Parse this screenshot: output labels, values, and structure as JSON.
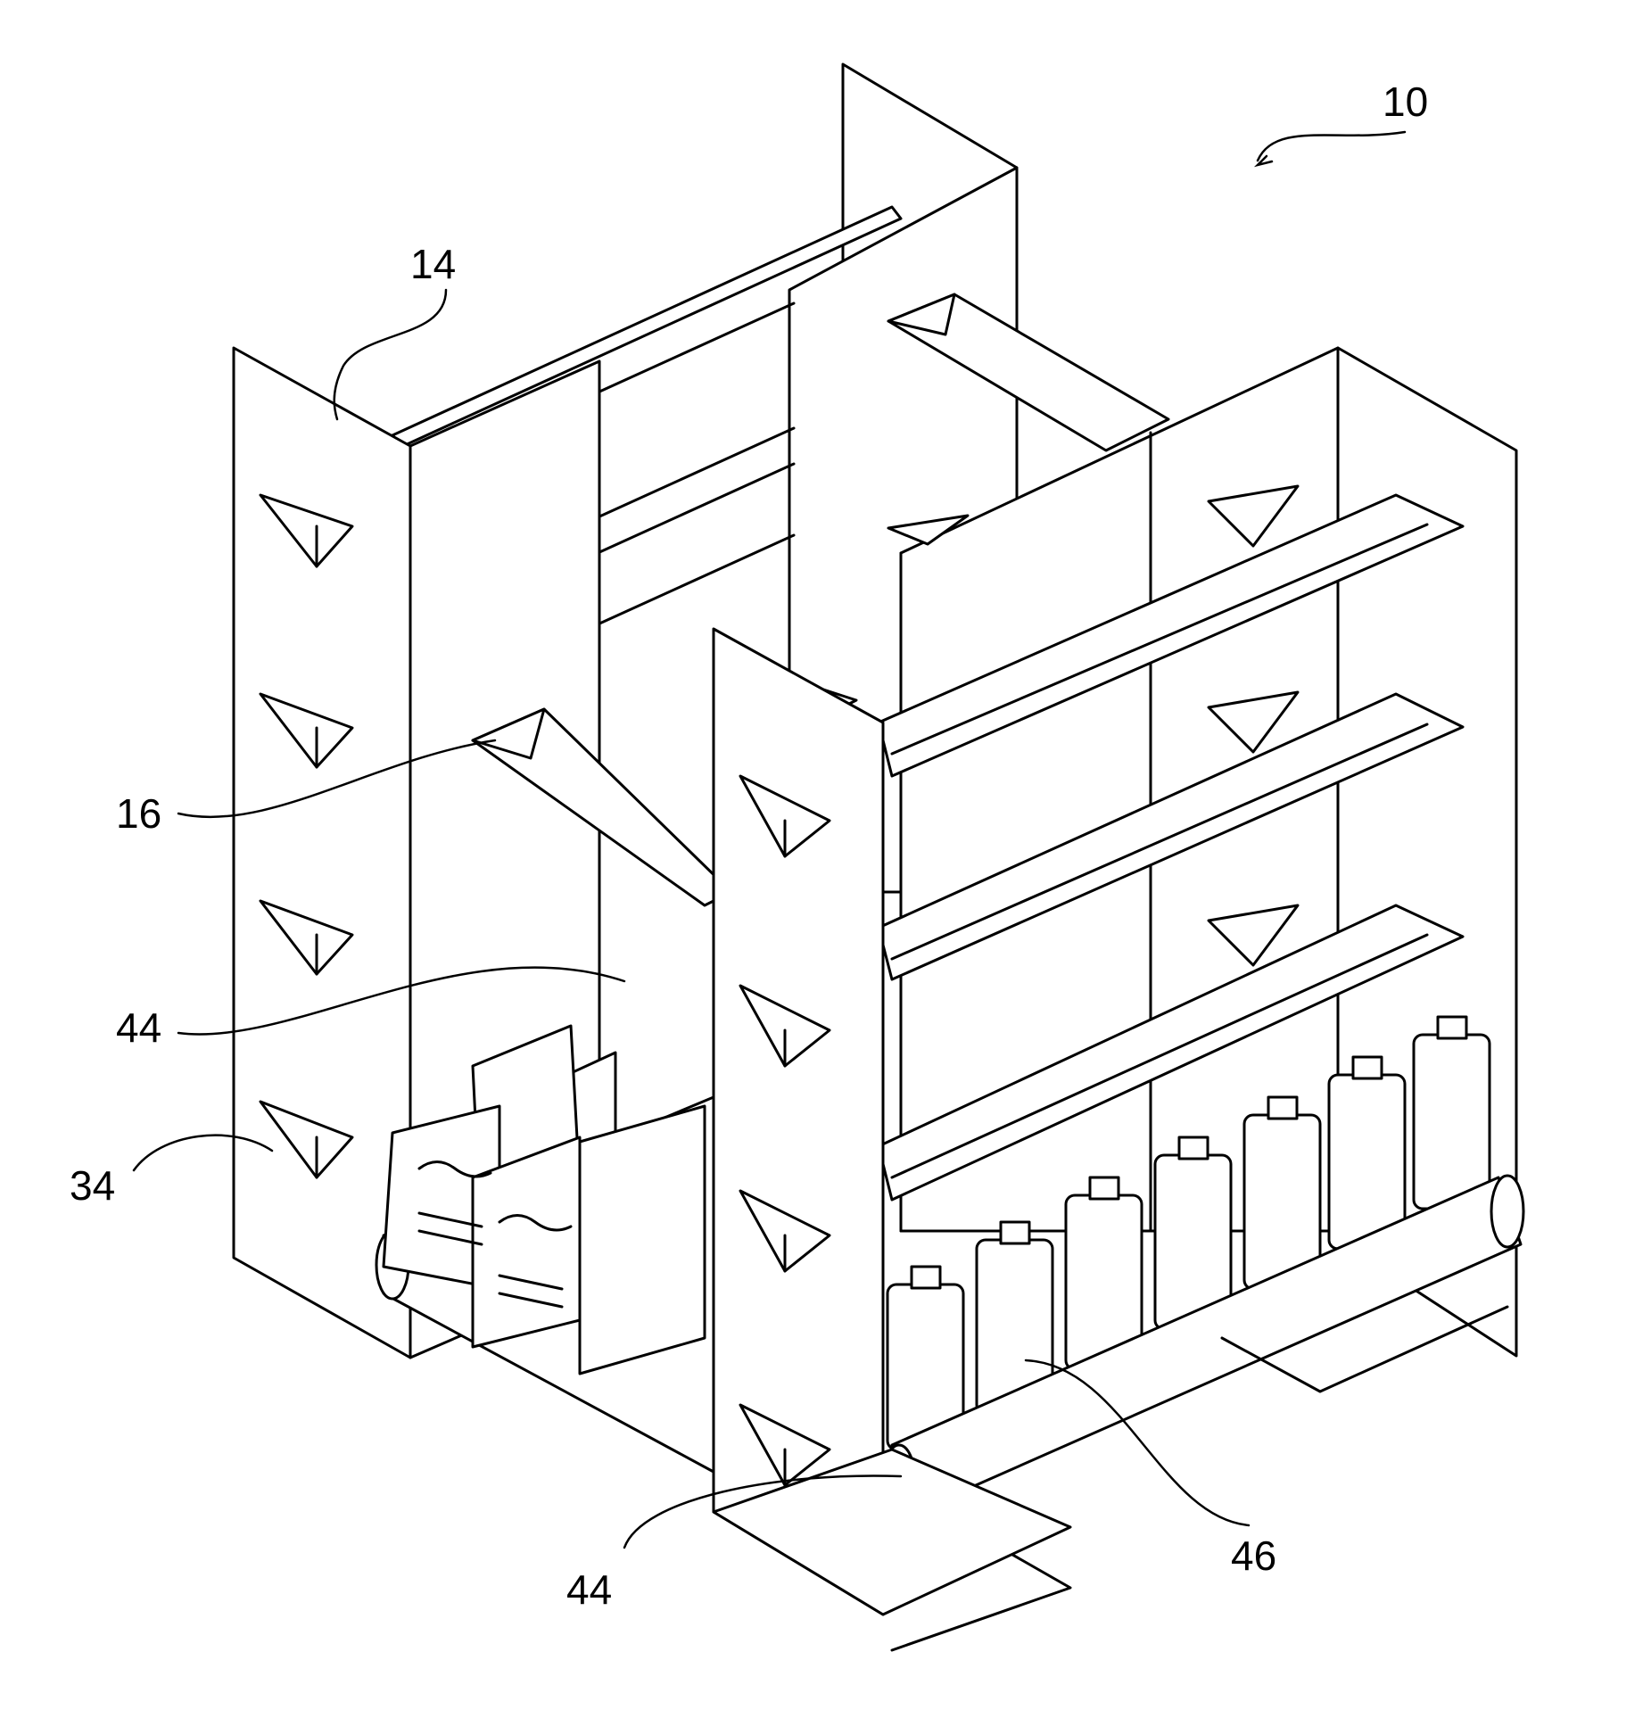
{
  "labels": {
    "assembly": "10",
    "end_panel": "14",
    "shelf_bracket": "16",
    "shelf_left": "44",
    "shelf_bottom": "44",
    "bracket_hole": "34",
    "product": "46"
  }
}
